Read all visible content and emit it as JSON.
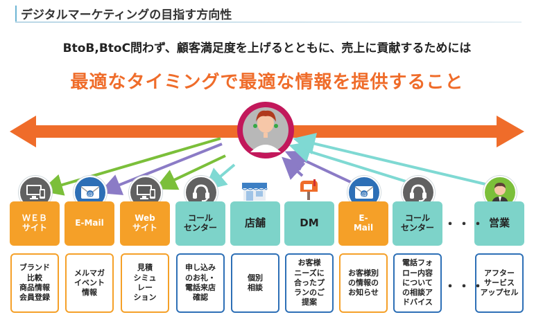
{
  "header": {
    "title": "デジタルマーケティングの目指す方向性",
    "subtitle": "BtoB,BtoC問わず、顧客満足度を上げるとともに、売上に貢献するためには",
    "headline": "最適なタイミングで最適な情報を提供すること"
  },
  "colors": {
    "orange": "#f5a028",
    "teal": "#7dd3c9",
    "arrow_orange": "#ef6c2a",
    "green_arrow": "#7bbf3a",
    "purple_arrow": "#8b7bc6",
    "teal_arrow": "#7fd9d3",
    "customer_ring": "#c2185b"
  },
  "channels": [
    {
      "icon": "devices-icon",
      "label": "ＷＥＢ\nサイト",
      "desc": "ブランド\n比較\n商品情報\n会員登録"
    },
    {
      "icon": "email-icon",
      "label": "E-Mail",
      "desc": "メルマガ\nイベント\n情報"
    },
    {
      "icon": "devices-icon",
      "label": "Web\nサイト",
      "desc": "見積\nシミュ\nレー\nション"
    },
    {
      "icon": "headset-icon",
      "label": "コール\nセンター",
      "desc": "申し込み\nのお礼・\n電話来店\n確認"
    },
    {
      "icon": "store-icon",
      "label": "店舗",
      "desc": "個別\n相談"
    },
    {
      "icon": "mailbox-icon",
      "label": "DM",
      "desc": "お客様\nニーズに\n合ったプ\nランのご\n提案"
    },
    {
      "icon": "email-icon",
      "label": "E-\nMail",
      "desc": "お客様別\nの情報の\nお知らせ"
    },
    {
      "icon": "headset-icon",
      "label": "コール\nセンター",
      "desc": "電話フォ\nロー内容\nについて\nの相談ア\nドバイス"
    },
    {
      "icon": "salesperson-icon",
      "label": "営業",
      "desc": "アフター\nサービス\nアップセル"
    }
  ],
  "ellipsis": "・・・"
}
